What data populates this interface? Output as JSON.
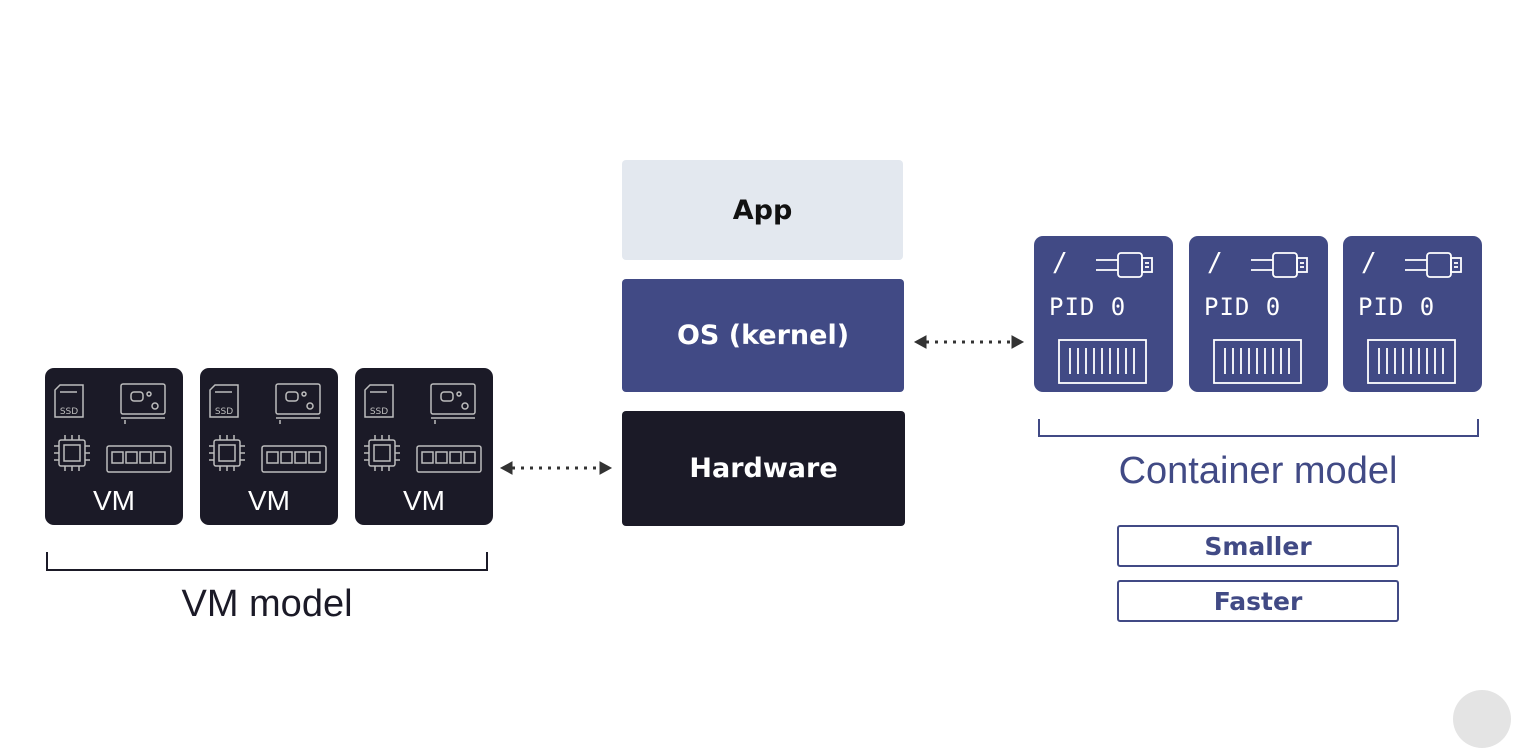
{
  "stack": {
    "app": "App",
    "os": "OS (kernel)",
    "hardware": "Hardware"
  },
  "vm_model": {
    "title": "VM model",
    "vms": [
      {
        "label": "VM",
        "ssd": "SSD"
      },
      {
        "label": "VM",
        "ssd": "SSD"
      },
      {
        "label": "VM",
        "ssd": "SSD"
      }
    ]
  },
  "container_model": {
    "title": "Container model",
    "containers": [
      {
        "root": "/",
        "pid": "PID 0"
      },
      {
        "root": "/",
        "pid": "PID 0"
      },
      {
        "root": "/",
        "pid": "PID 0"
      }
    ],
    "benefits": [
      "Smaller",
      "Faster"
    ]
  },
  "colors": {
    "navy": "#414a85",
    "dark": "#1b1a27",
    "light": "#e3e8ef"
  }
}
